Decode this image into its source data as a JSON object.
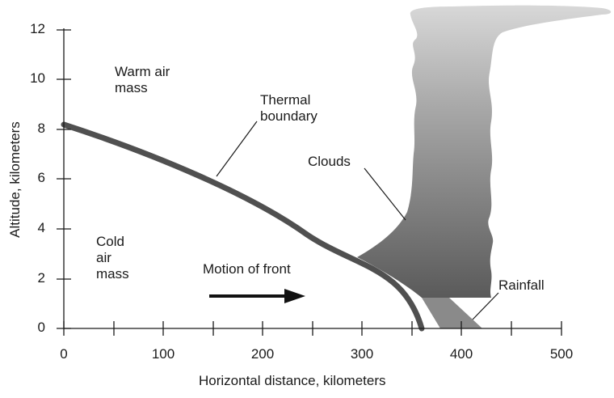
{
  "diagram": {
    "x_axis": {
      "label": "Horizontal distance, kilometers",
      "ticks": [
        "0",
        "100",
        "200",
        "300",
        "400",
        "500"
      ]
    },
    "y_axis": {
      "label": "Altitude, kilometers",
      "ticks": [
        "0",
        "2",
        "4",
        "6",
        "8",
        "10",
        "12"
      ]
    },
    "labels": {
      "warm_air": "Warm air\nmass",
      "cold_air": "Cold\nair\nmass",
      "thermal_boundary": "Thermal\nboundary",
      "clouds": "Clouds",
      "rainfall": "Rainfall",
      "motion": "Motion of front"
    },
    "colors": {
      "boundary": "#505050",
      "cloud_top": "#d0d0d0",
      "cloud_bottom": "#5a5a5a",
      "rain": "#8a8a8a",
      "arrow": "#111111"
    }
  }
}
